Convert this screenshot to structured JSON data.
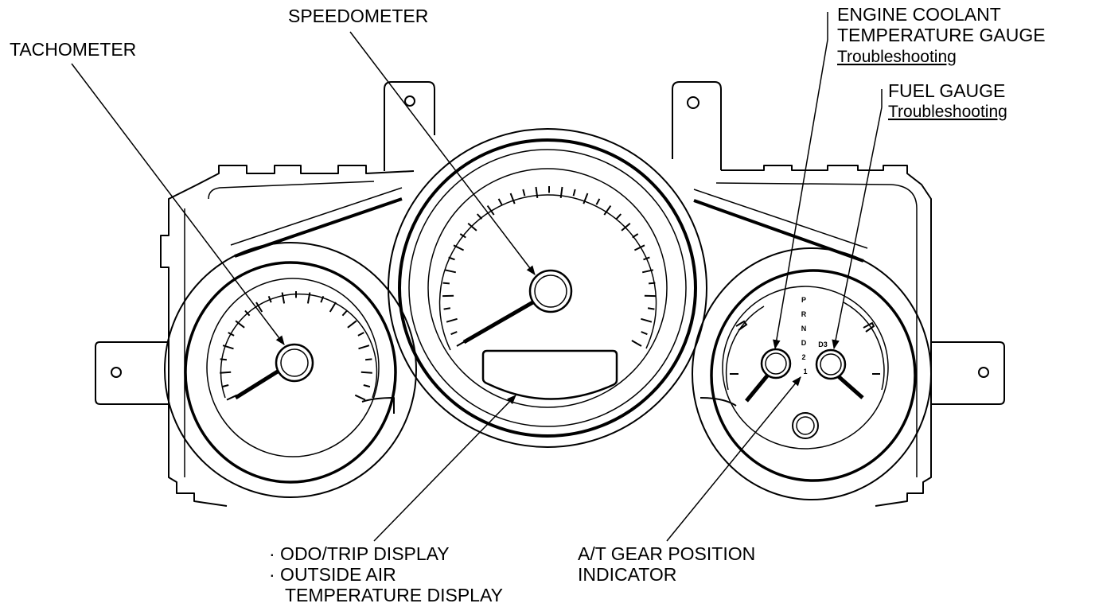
{
  "labels": {
    "tachometer": "TACHOMETER",
    "speedometer": "SPEEDOMETER",
    "coolant_line1": "ENGINE COOLANT",
    "coolant_line2": "TEMPERATURE GAUGE",
    "coolant_link": "Troubleshooting",
    "fuel": "FUEL GAUGE",
    "fuel_link": "Troubleshooting",
    "odo_bullet1": "· ODO/TRIP DISPLAY",
    "odo_bullet2": "· OUTSIDE AIR",
    "odo_line3": "TEMPERATURE DISPLAY",
    "gear_line1": "A/T GEAR POSITION",
    "gear_line2": "INDICATOR"
  },
  "gear_positions": [
    "P",
    "R",
    "N",
    "D",
    "2",
    "1"
  ],
  "gear_d3": "D3",
  "colors": {
    "ink": "#000000",
    "paper": "#ffffff"
  }
}
